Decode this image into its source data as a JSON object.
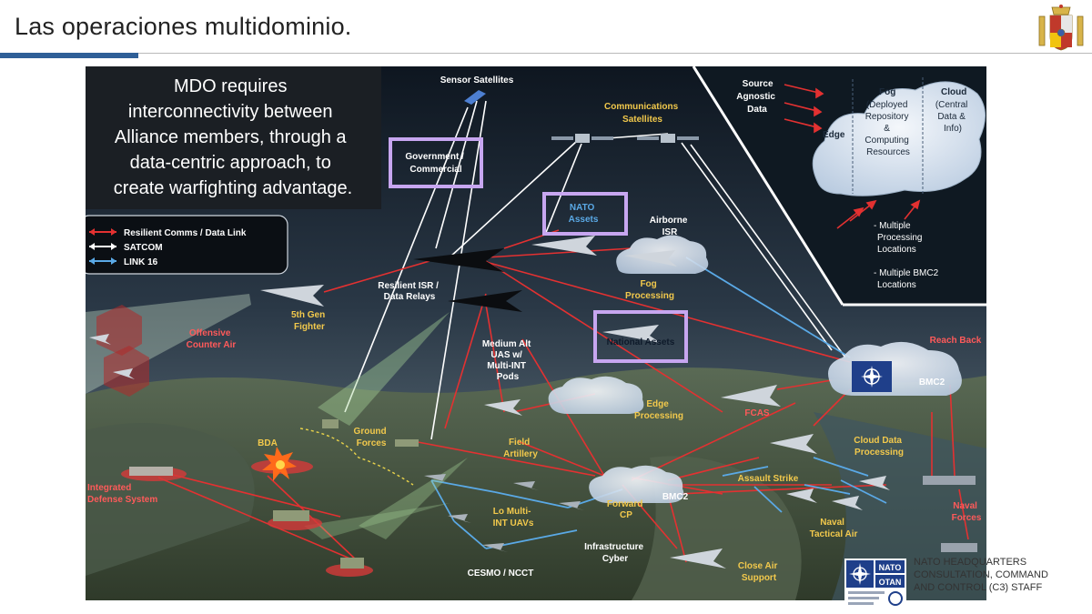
{
  "slide": {
    "title": "Las operaciones multidominio."
  },
  "callout": {
    "lines": [
      "MDO requires",
      "interconnectivity between",
      "Alliance members, through a",
      "data-centric approach, to",
      "create warfighting advantage."
    ]
  },
  "legend": {
    "items": [
      "Resilient Comms / Data Link",
      "SATCOM",
      "LINK 16"
    ],
    "colors": [
      "#e33131",
      "#ffffff",
      "#5aa9e6"
    ]
  },
  "labels": {
    "sensor_satellites": "Sensor Satellites",
    "communications_satellites": [
      "Communications",
      "Satellites"
    ],
    "government_commercial": [
      "Government /",
      "Commercial"
    ],
    "nato_assets": [
      "NATO",
      "Assets"
    ],
    "airborne_isr": [
      "Airborne",
      "ISR"
    ],
    "fog_processing": [
      "Fog",
      "Processing"
    ],
    "national_assets": "National Assets",
    "resilient_isr": [
      "Resilient ISR /",
      "Data Relays"
    ],
    "fifth_gen_fighter": [
      "5th Gen",
      "Fighter"
    ],
    "offensive_counter_air": [
      "Offensive",
      "Counter Air"
    ],
    "medium_alt_uas": [
      "Medium Alt",
      "UAS w/",
      "Multi-INT",
      "Pods"
    ],
    "edge_processing": [
      "Edge",
      "Processing"
    ],
    "fcas": "FCAS",
    "bda": "BDA",
    "ground_forces": [
      "Ground",
      "Forces"
    ],
    "field_artillery": [
      "Field",
      "Artillery"
    ],
    "bmc2": "BMC2",
    "reach_back": "Reach Back",
    "cloud_data_processing": [
      "Cloud Data",
      "Processing"
    ],
    "assault_strike": "Assault Strike",
    "forward_cp": [
      "Forward",
      "CP"
    ],
    "lo_multi_int_uavs": [
      "Lo Multi-",
      "INT UAVs"
    ],
    "infrastructure_cyber": [
      "Infrastructure",
      "Cyber"
    ],
    "cesmo_ncct": "CESMO / NCCT",
    "close_air_support": [
      "Close Air",
      "Support"
    ],
    "naval_tactical_air": [
      "Naval",
      "Tactical Air"
    ],
    "naval_forces": [
      "Naval",
      "Forces"
    ],
    "integrated_defense": [
      "Integrated",
      "Defense System"
    ],
    "source_agnostic": [
      "Source",
      "Agnostic",
      "Data"
    ],
    "edge": "Edge",
    "fog_header": "Fog",
    "fog_body": [
      "(Deployed",
      "Repository",
      "&",
      "Computing",
      "Resources"
    ],
    "cloud_header": "Cloud",
    "cloud_body": [
      "(Central",
      "Data &",
      "Info)"
    ],
    "multiple_processing": [
      "- Multiple",
      "Processing",
      "Locations"
    ],
    "multiple_bmc2": [
      "- Multiple BMC2",
      "Locations"
    ]
  },
  "footer": {
    "logo_text": [
      "NATO",
      "OTAN"
    ],
    "lines": [
      "NATO HEADQUARTERS",
      "CONSULTATION, COMMAND",
      "AND CONTROL (C3) STAFF"
    ]
  },
  "colors": {
    "accent": "#2f5f97",
    "highlight_box": "#c7a6f0",
    "link_red": "#e33131",
    "link_blue": "#5aa9e6"
  }
}
